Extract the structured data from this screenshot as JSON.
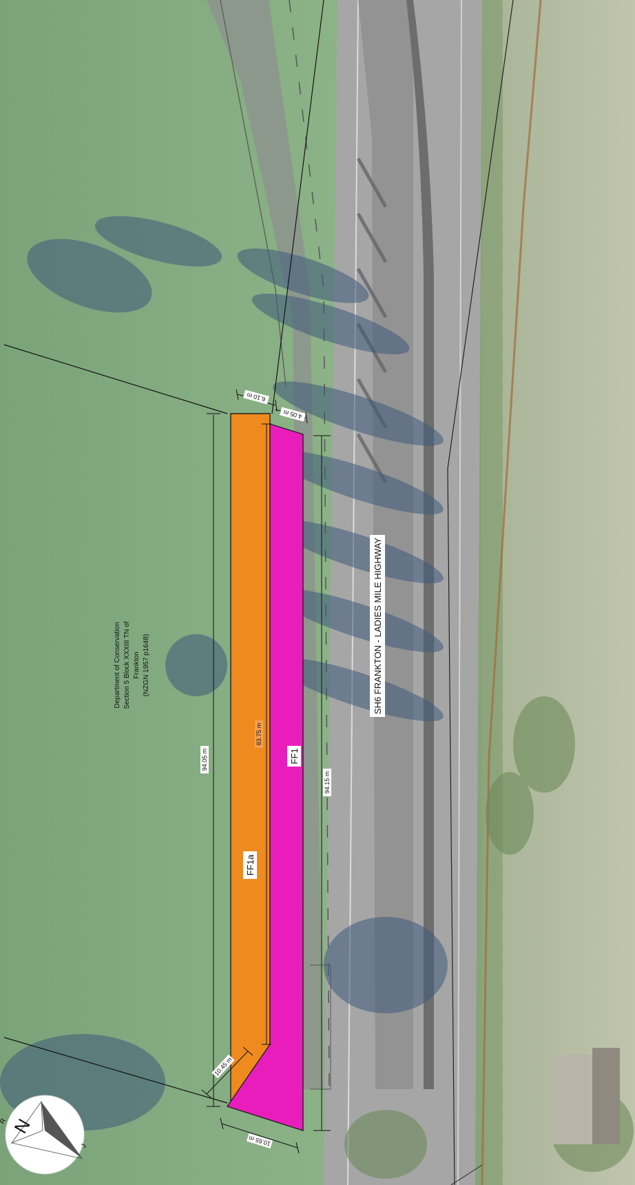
{
  "map": {
    "parcel_note": {
      "line1": "Department of Conservation",
      "line2": "Section 5 Block XXXIII TN of",
      "line3": "Frankton",
      "line4": "(NZGN 1957 p1648)"
    },
    "road_name": "SH6 FRANKTON - LADIES MILE HIGHWAY",
    "areas": {
      "ff1a": {
        "label": "FF1a",
        "color": "#ee8a1e"
      },
      "ff1": {
        "label": "FF1",
        "color": "#e91dbc"
      }
    },
    "dimensions": {
      "d_610": "6.10 m",
      "d_405": "4.05 m",
      "d_9405": "94.05 m",
      "d_8375": "83.75 m",
      "d_9415": "94.15 m",
      "d_1045": "10.45 m",
      "d_1065": "10.65 m"
    },
    "north_arrow": {
      "letter": "N",
      "mark_left": "R",
      "mark_right": "J"
    },
    "colors": {
      "grass": "#7fa27c",
      "field": "#8fb388",
      "road": "#9a9a9a",
      "road_dark": "#6f6f6f",
      "verge": "#b9b9a4"
    }
  }
}
